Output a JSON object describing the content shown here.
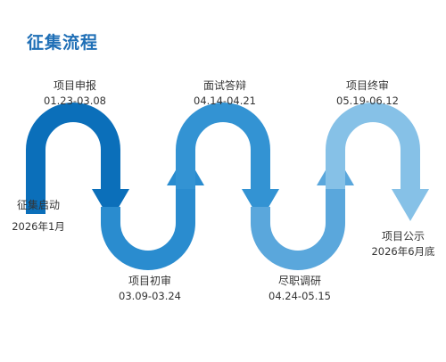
{
  "title": "征集流程",
  "colors": [
    "#0b6fba",
    "#3393d3",
    "#5aa7dc",
    "#86c1e7"
  ],
  "stages": [
    {
      "name": "征集启动",
      "date": "2026年1月"
    },
    {
      "name": "项目申报",
      "date": "01.23-03.08"
    },
    {
      "name": "项目初审",
      "date": "03.09-03.24"
    },
    {
      "name": "面试答辩",
      "date": "04.14-04.21"
    },
    {
      "name": "尽职调研",
      "date": "04.24-05.15"
    },
    {
      "name": "项目终审",
      "date": "05.19-06.12"
    },
    {
      "name": "项目公示",
      "date": "2026年6月底"
    }
  ]
}
